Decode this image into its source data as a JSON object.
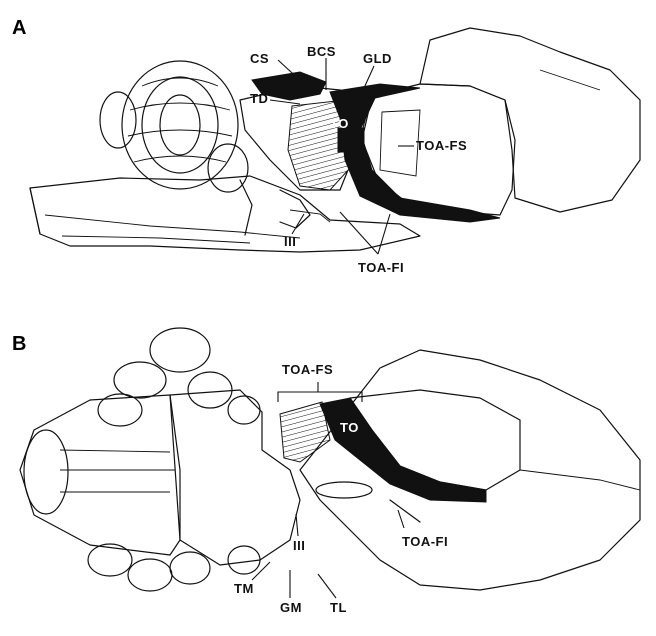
{
  "panels": [
    {
      "letter": "A"
    },
    {
      "letter": "B"
    }
  ],
  "labels_a": {
    "cs": "CS",
    "bcs": "BCS",
    "gld": "GLD",
    "td": "TD",
    "to": "TO",
    "toa_fs": "TOA-FS",
    "iii": "III",
    "toa_fi": "TOA-FI"
  },
  "labels_b": {
    "toa_fs": "TOA-FS",
    "to": "TO",
    "toa_fi": "TOA-FI",
    "iii": "III",
    "tm": "TM",
    "gm": "GM",
    "tl": "TL"
  }
}
